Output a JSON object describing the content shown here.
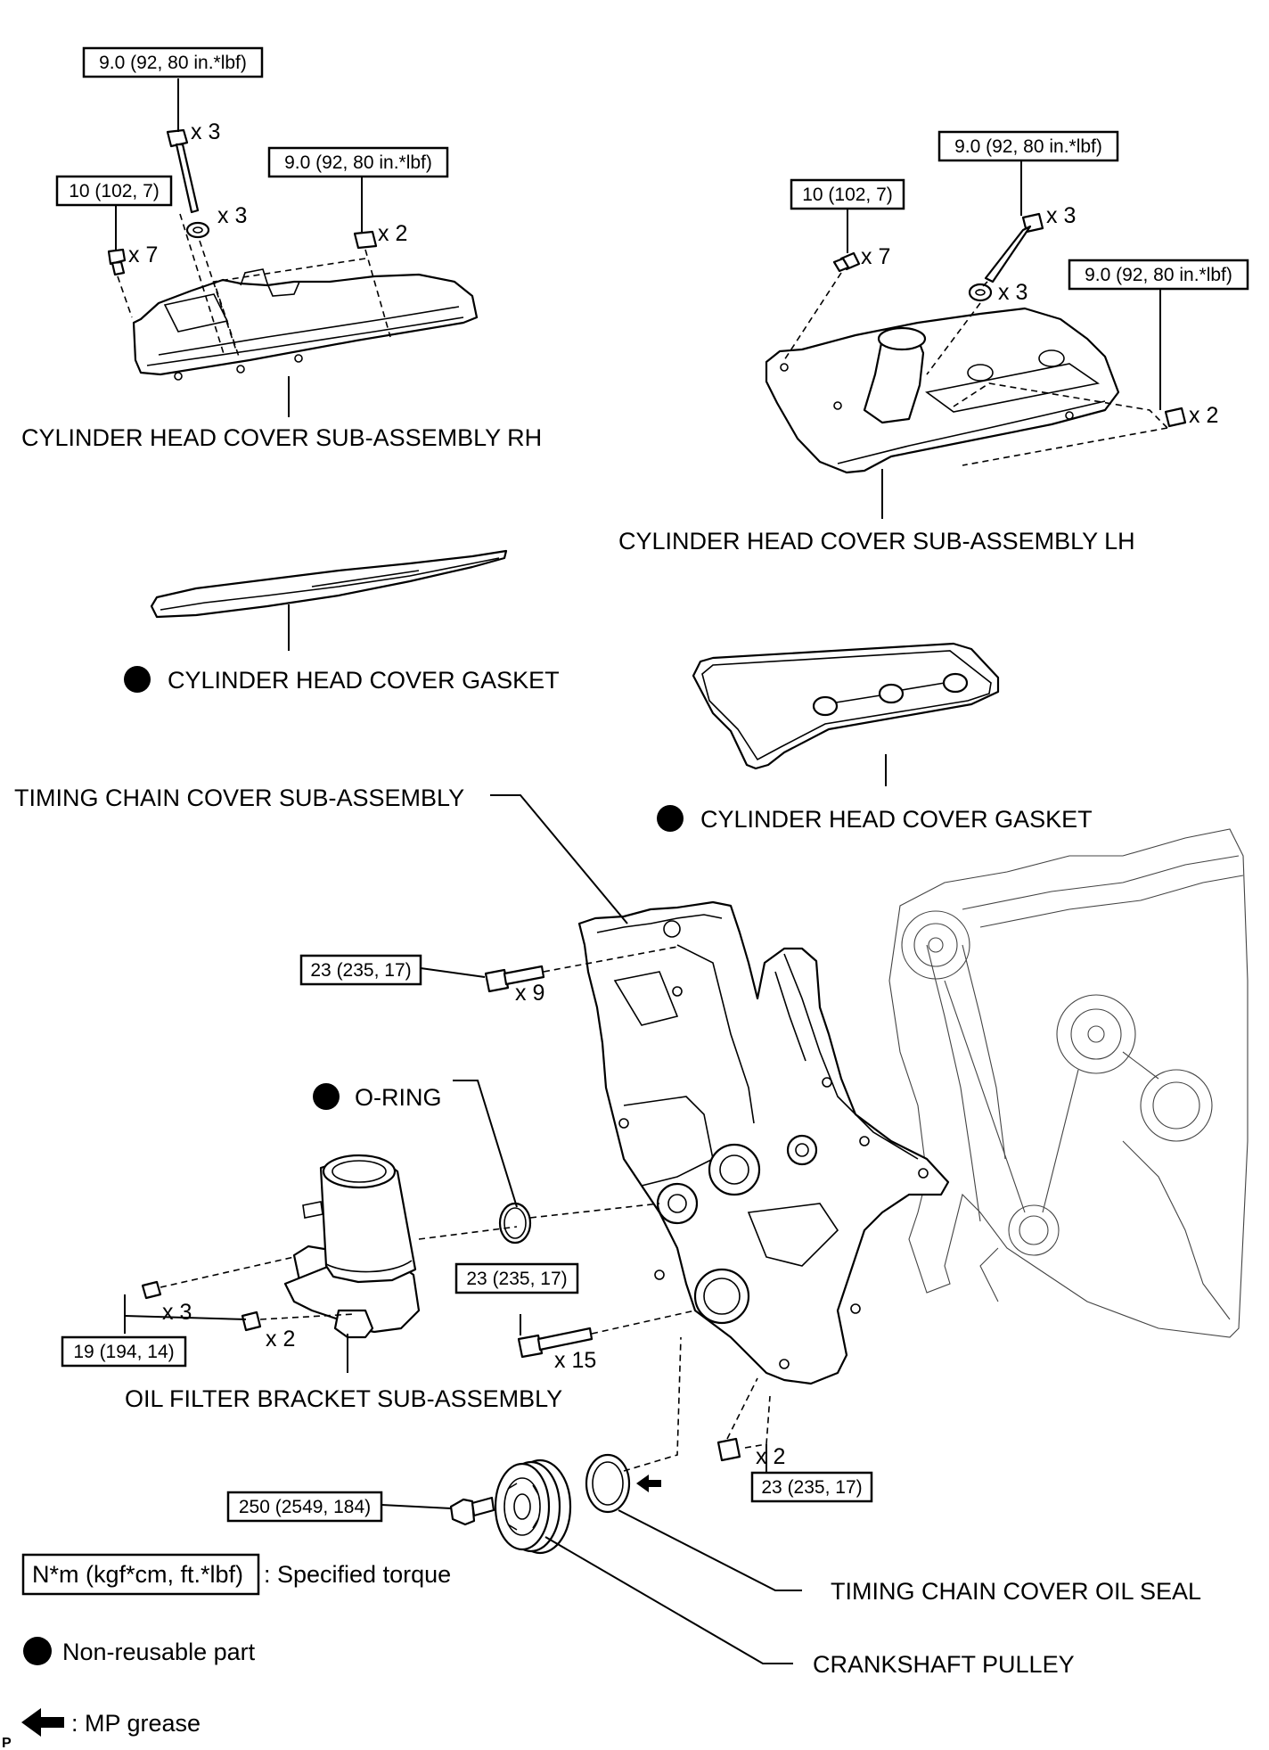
{
  "torque": {
    "rh_bolt_long": "9.0 (92, 80 in.*lbf)",
    "rh_bolt_short": "10 (102, 7)",
    "rh_nut": "9.0 (92, 80 in.*lbf)",
    "lh_bolt_short": "10 (102, 7)",
    "lh_bolt_long": "9.0 (92, 80 in.*lbf)",
    "lh_nut": "9.0 (92, 80 in.*lbf)",
    "chain_cover_upper": "23 (235, 17)",
    "chain_cover_lower": "23 (235, 17)",
    "chain_cover_nut": "23 (235, 17)",
    "oil_filter_bracket": "19 (194, 14)",
    "crank_pulley": "250 (2549, 184)"
  },
  "quantities": {
    "rh_long_bolt": "x 3",
    "rh_washer": "x 3",
    "rh_short_bolt": "x 7",
    "rh_nut": "x 2",
    "lh_short_bolt": "x 7",
    "lh_long_bolt": "x 3",
    "lh_washer": "x 3",
    "lh_nut": "x 2",
    "chain_cover_upper": "x 9",
    "chain_cover_lower": "x 15",
    "chain_cover_nut": "x 2",
    "bracket_bolt": "x 3",
    "bracket_nut": "x 2"
  },
  "labels": {
    "cover_rh": "CYLINDER HEAD COVER SUB-ASSEMBLY RH",
    "cover_lh": "CYLINDER HEAD COVER SUB-ASSEMBLY LH",
    "gasket_rh": "CYLINDER HEAD COVER GASKET",
    "gasket_lh": "CYLINDER HEAD COVER GASKET",
    "timing_cover": "TIMING CHAIN COVER SUB-ASSEMBLY",
    "o_ring": "O-RING",
    "oil_filter_bracket": "OIL FILTER BRACKET SUB-ASSEMBLY",
    "oil_seal": "TIMING CHAIN COVER OIL SEAL",
    "crank_pulley": "CRANKSHAFT PULLEY"
  },
  "legend": {
    "torque_unit": "N*m (kgf*cm, ft.*lbf)",
    "torque_text": ": Specified torque",
    "non_reusable": "Non-reusable part",
    "grease": ": MP grease"
  },
  "corner_mark": "P"
}
